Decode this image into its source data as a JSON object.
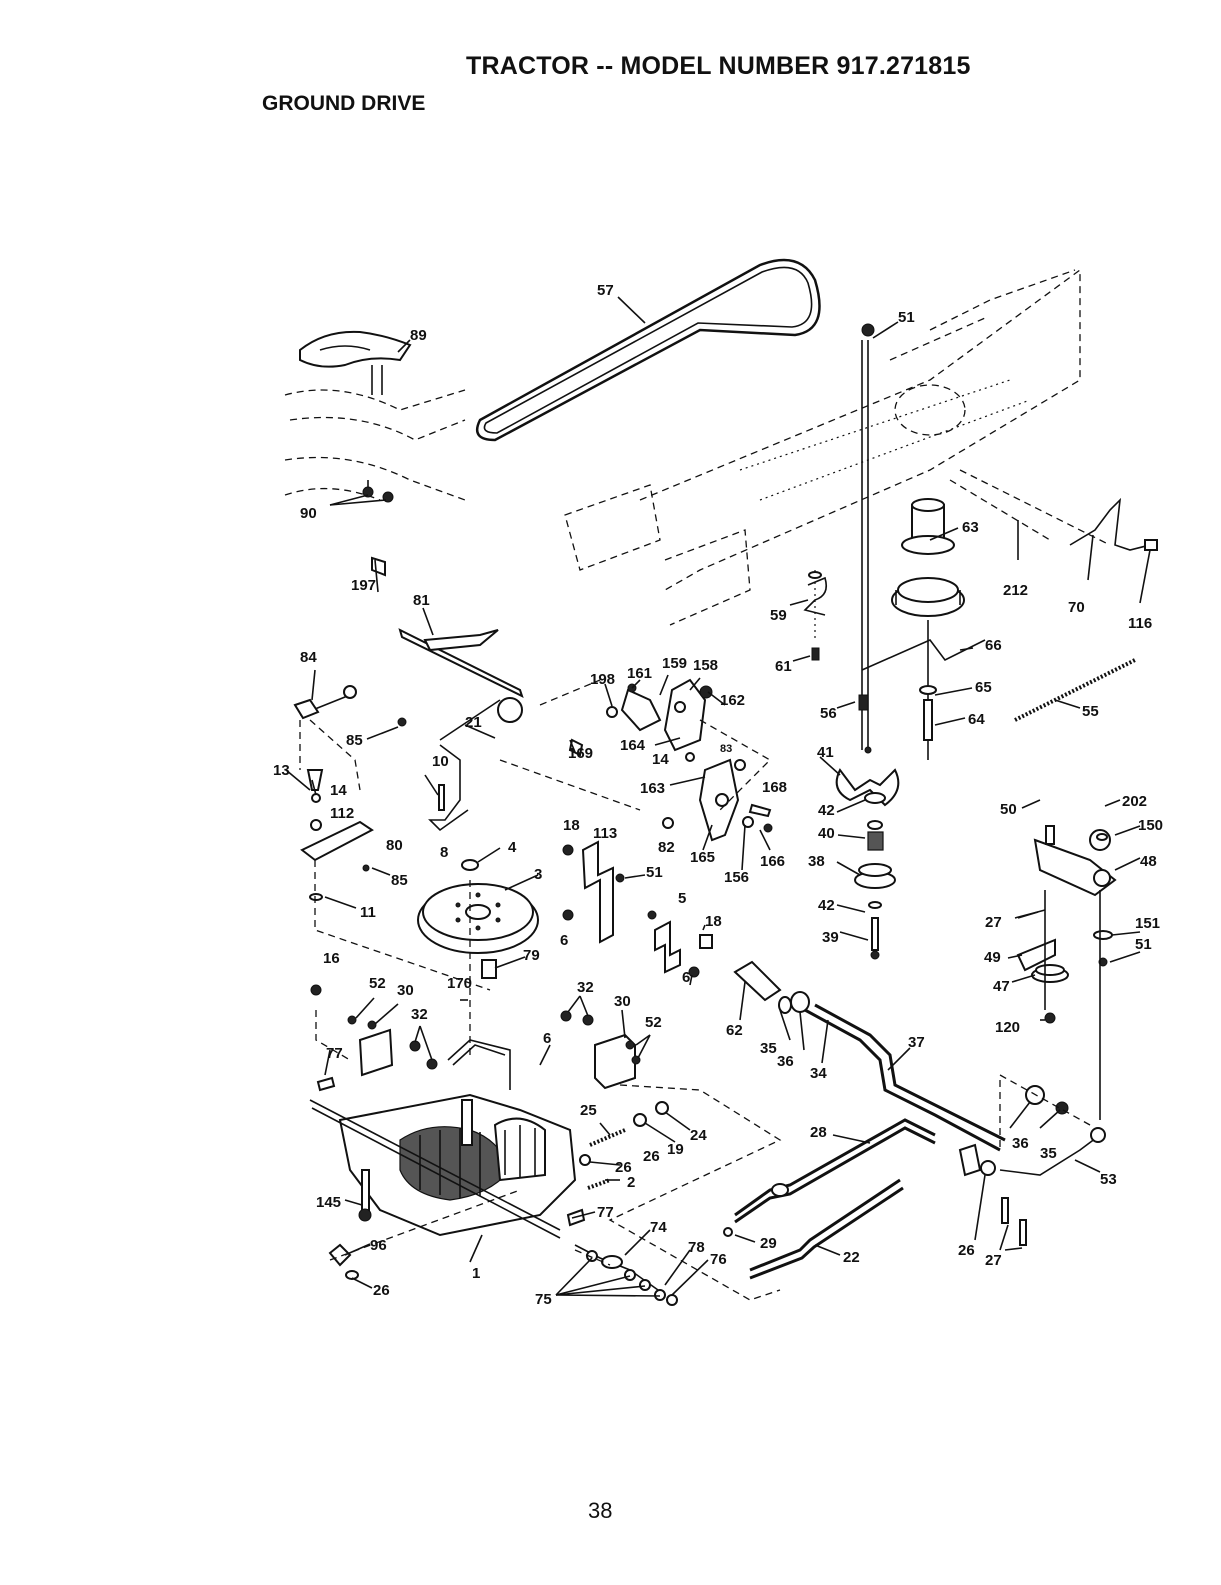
{
  "title": "TRACTOR -- MODEL NUMBER 917.271815",
  "subtitle": "GROUND DRIVE",
  "page_number": "38",
  "labels": [
    {
      "id": "57",
      "text": "57"
    },
    {
      "id": "89",
      "text": "89"
    },
    {
      "id": "51a",
      "text": "51"
    },
    {
      "id": "90",
      "text": "90"
    },
    {
      "id": "63",
      "text": "63"
    },
    {
      "id": "212",
      "text": "212"
    },
    {
      "id": "70",
      "text": "70"
    },
    {
      "id": "116",
      "text": "116"
    },
    {
      "id": "197",
      "text": "197"
    },
    {
      "id": "81",
      "text": "81"
    },
    {
      "id": "59",
      "text": "59"
    },
    {
      "id": "61",
      "text": "61"
    },
    {
      "id": "66",
      "text": "66"
    },
    {
      "id": "84",
      "text": "84"
    },
    {
      "id": "159",
      "text": "159"
    },
    {
      "id": "158",
      "text": "158"
    },
    {
      "id": "161",
      "text": "161"
    },
    {
      "id": "198",
      "text": "198"
    },
    {
      "id": "162",
      "text": "162"
    },
    {
      "id": "65",
      "text": "65"
    },
    {
      "id": "56",
      "text": "56"
    },
    {
      "id": "64",
      "text": "64"
    },
    {
      "id": "55",
      "text": "55"
    },
    {
      "id": "21",
      "text": "21"
    },
    {
      "id": "85a",
      "text": "85"
    },
    {
      "id": "169",
      "text": "169"
    },
    {
      "id": "164",
      "text": "164"
    },
    {
      "id": "83",
      "text": "83"
    },
    {
      "id": "14a",
      "text": "14"
    },
    {
      "id": "41",
      "text": "41"
    },
    {
      "id": "10",
      "text": "10"
    },
    {
      "id": "13",
      "text": "13"
    },
    {
      "id": "14b",
      "text": "14"
    },
    {
      "id": "163",
      "text": "163"
    },
    {
      "id": "168",
      "text": "168"
    },
    {
      "id": "202",
      "text": "202"
    },
    {
      "id": "42a",
      "text": "42"
    },
    {
      "id": "50",
      "text": "50"
    },
    {
      "id": "112",
      "text": "112"
    },
    {
      "id": "18a",
      "text": "18"
    },
    {
      "id": "113",
      "text": "113"
    },
    {
      "id": "150",
      "text": "150"
    },
    {
      "id": "40",
      "text": "40"
    },
    {
      "id": "82",
      "text": "82"
    },
    {
      "id": "80",
      "text": "80"
    },
    {
      "id": "8",
      "text": "8"
    },
    {
      "id": "4",
      "text": "4"
    },
    {
      "id": "165",
      "text": "165"
    },
    {
      "id": "166",
      "text": "166"
    },
    {
      "id": "38",
      "text": "38"
    },
    {
      "id": "156",
      "text": "156"
    },
    {
      "id": "48",
      "text": "48"
    },
    {
      "id": "85b",
      "text": "85"
    },
    {
      "id": "51b",
      "text": "51"
    },
    {
      "id": "3",
      "text": "3"
    },
    {
      "id": "5",
      "text": "5"
    },
    {
      "id": "42b",
      "text": "42"
    },
    {
      "id": "27a",
      "text": "27"
    },
    {
      "id": "11",
      "text": "11"
    },
    {
      "id": "18b",
      "text": "18"
    },
    {
      "id": "151",
      "text": "151"
    },
    {
      "id": "6a",
      "text": "6"
    },
    {
      "id": "39",
      "text": "39"
    },
    {
      "id": "51c",
      "text": "51"
    },
    {
      "id": "49",
      "text": "49"
    },
    {
      "id": "16",
      "text": "16"
    },
    {
      "id": "79",
      "text": "79"
    },
    {
      "id": "47",
      "text": "47"
    },
    {
      "id": "52a",
      "text": "52"
    },
    {
      "id": "30a",
      "text": "30"
    },
    {
      "id": "32a",
      "text": "32"
    },
    {
      "id": "6b",
      "text": "6"
    },
    {
      "id": "170",
      "text": "170"
    },
    {
      "id": "32b",
      "text": "32"
    },
    {
      "id": "30b",
      "text": "30"
    },
    {
      "id": "120",
      "text": "120"
    },
    {
      "id": "62",
      "text": "62"
    },
    {
      "id": "52b",
      "text": "52"
    },
    {
      "id": "35a",
      "text": "35"
    },
    {
      "id": "36a",
      "text": "36"
    },
    {
      "id": "6c",
      "text": "6"
    },
    {
      "id": "34",
      "text": "34"
    },
    {
      "id": "37",
      "text": "37"
    },
    {
      "id": "77a",
      "text": "77"
    },
    {
      "id": "25",
      "text": "25"
    },
    {
      "id": "36b",
      "text": "36"
    },
    {
      "id": "24",
      "text": "24"
    },
    {
      "id": "35b",
      "text": "35"
    },
    {
      "id": "28",
      "text": "28"
    },
    {
      "id": "19",
      "text": "19"
    },
    {
      "id": "26a",
      "text": "26"
    },
    {
      "id": "26b",
      "text": "26"
    },
    {
      "id": "53",
      "text": "53"
    },
    {
      "id": "2",
      "text": "2"
    },
    {
      "id": "145",
      "text": "145"
    },
    {
      "id": "77b",
      "text": "77"
    },
    {
      "id": "74",
      "text": "74"
    },
    {
      "id": "29",
      "text": "29"
    },
    {
      "id": "96",
      "text": "96"
    },
    {
      "id": "78",
      "text": "78"
    },
    {
      "id": "76",
      "text": "76"
    },
    {
      "id": "22",
      "text": "22"
    },
    {
      "id": "26c",
      "text": "26"
    },
    {
      "id": "27b",
      "text": "27"
    },
    {
      "id": "1",
      "text": "1"
    },
    {
      "id": "26d",
      "text": "26"
    },
    {
      "id": "75",
      "text": "75"
    }
  ]
}
